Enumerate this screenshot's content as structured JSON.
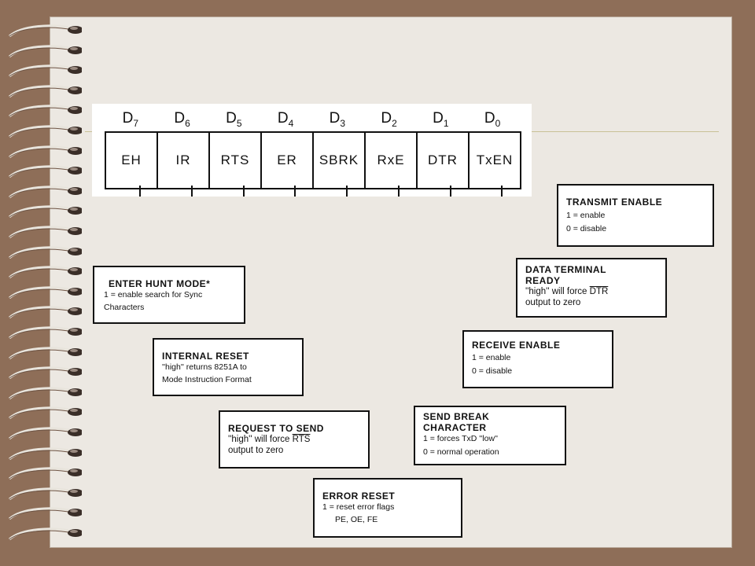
{
  "register": {
    "bits": [
      {
        "label": "D",
        "sub": "7",
        "field": "EH"
      },
      {
        "label": "D",
        "sub": "6",
        "field": "IR"
      },
      {
        "label": "D",
        "sub": "5",
        "field": "RTS"
      },
      {
        "label": "D",
        "sub": "4",
        "field": "ER"
      },
      {
        "label": "D",
        "sub": "3",
        "field": "SBRK"
      },
      {
        "label": "D",
        "sub": "2",
        "field": "RxE"
      },
      {
        "label": "D",
        "sub": "1",
        "field": "DTR"
      },
      {
        "label": "D",
        "sub": "0",
        "field": "TxEN"
      }
    ]
  },
  "boxes": {
    "transmit_enable": {
      "title": "TRANSMIT ENABLE",
      "line1": "1 = enable",
      "line2": "0 = disable"
    },
    "dtr": {
      "title1": "DATA TERMINAL",
      "title2": "READY",
      "line1_pre": "''high'' will force ",
      "line1_over": "DTR",
      "line2": "output to zero"
    },
    "receive_enable": {
      "title": "RECEIVE ENABLE",
      "line1": "1 = enable",
      "line2": "0 = disable"
    },
    "send_break": {
      "title1": "SEND BREAK",
      "title2": "CHARACTER",
      "line1": "1 = forces TxD ''low''",
      "line2": "0 = normal operation"
    },
    "error_reset": {
      "title": "ERROR RESET",
      "line1": "1 = reset error flags",
      "line2": "PE, OE, FE"
    },
    "rts": {
      "title": "REQUEST TO SEND",
      "line1_pre": "''high'' will force ",
      "line1_over": "RTS",
      "line2": "output to zero"
    },
    "internal_reset": {
      "title": "INTERNAL RESET",
      "line1": "''high'' returns 8251A to",
      "line2": "Mode Instruction Format"
    },
    "hunt_mode": {
      "title": "ENTER HUNT MODE*",
      "line1": "1 = enable search for Sync",
      "line2": "Characters"
    }
  },
  "colors": {
    "background": "#8e6e58",
    "page": "#ece8e2",
    "ink": "#111111"
  }
}
